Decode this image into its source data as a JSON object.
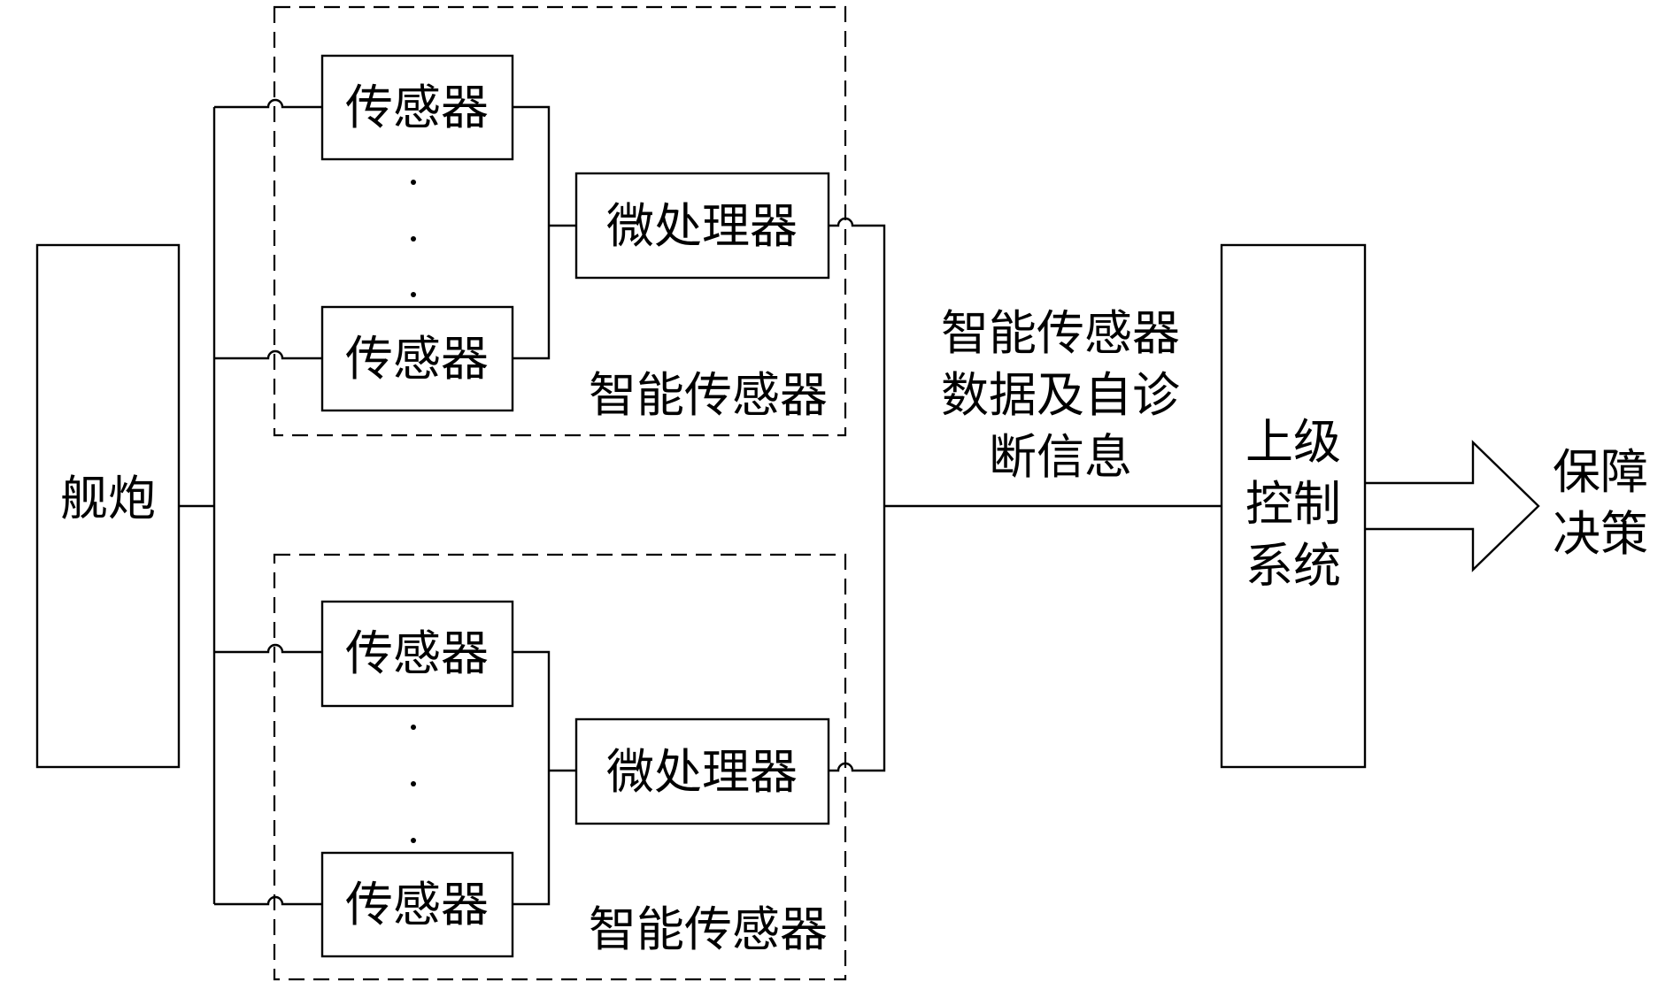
{
  "nodes": {
    "gun": "舰炮",
    "sensor": "传感器",
    "micro": "微处理器",
    "group_label": "智能传感器",
    "info": [
      "智能传感器",
      "数据及自诊",
      "断信息"
    ],
    "control": [
      "上级",
      "控制",
      "系统"
    ],
    "decision": [
      "保障",
      "决策"
    ]
  }
}
